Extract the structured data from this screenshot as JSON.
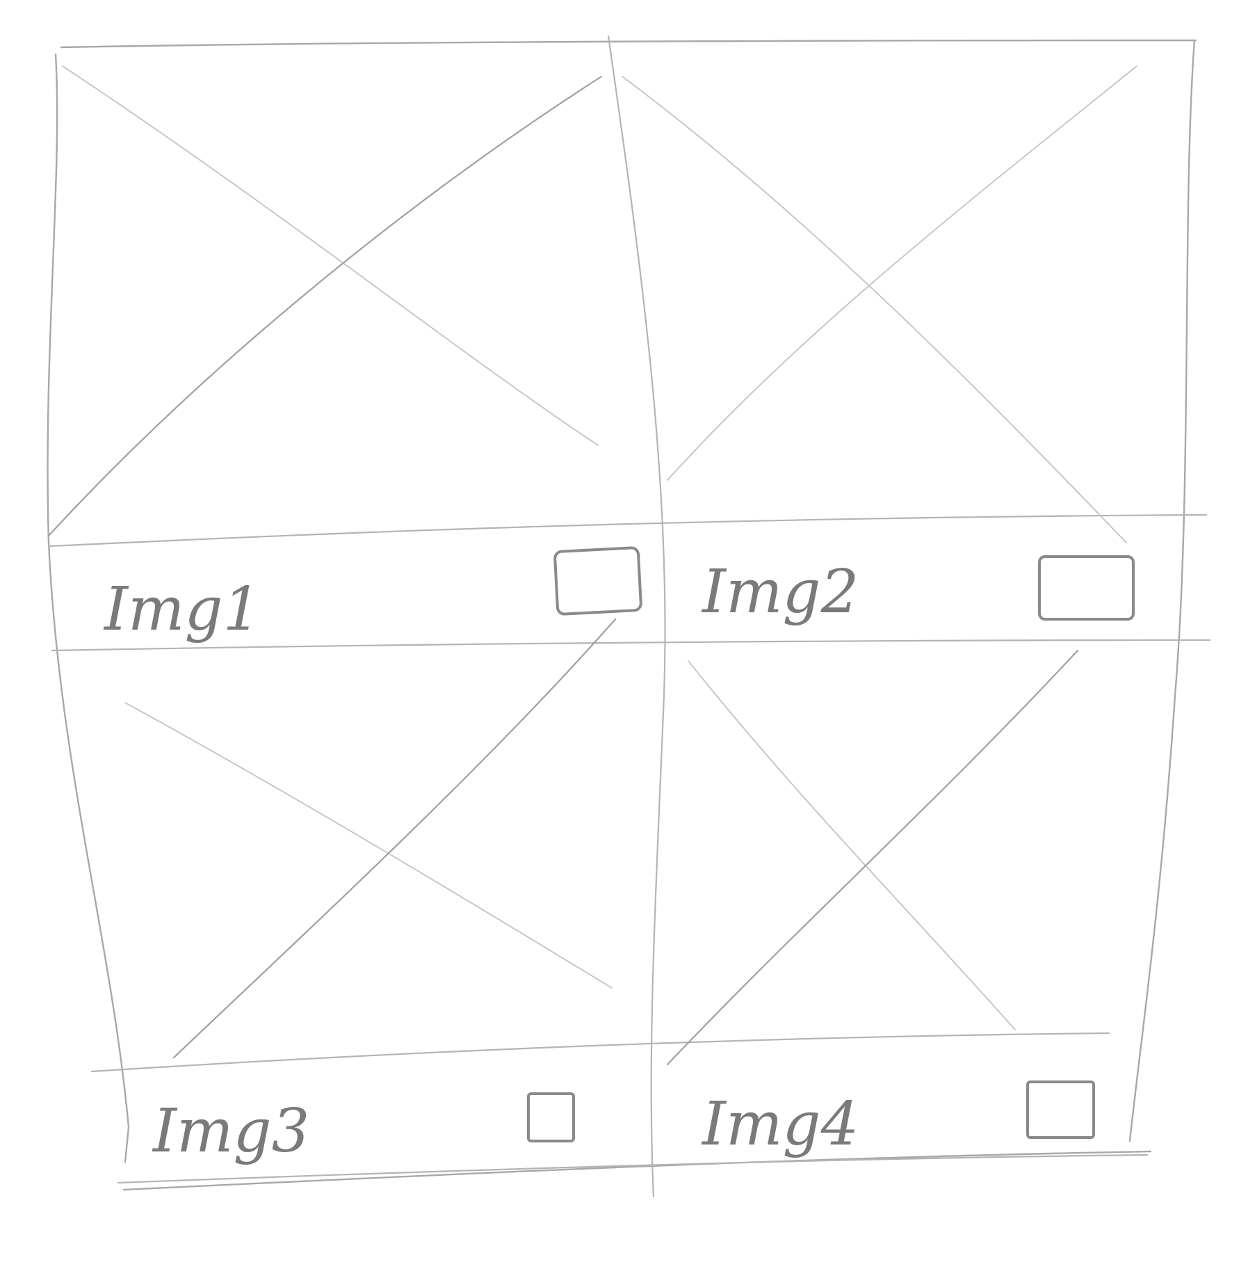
{
  "gallery": {
    "tiles": [
      {
        "caption": "Img1",
        "selected": false
      },
      {
        "caption": "Img2",
        "selected": false
      },
      {
        "caption": "Img3",
        "selected": false
      },
      {
        "caption": "Img4",
        "selected": false
      }
    ]
  },
  "colors": {
    "paper": "#ffffff",
    "pencil": "#9a9a9a"
  }
}
